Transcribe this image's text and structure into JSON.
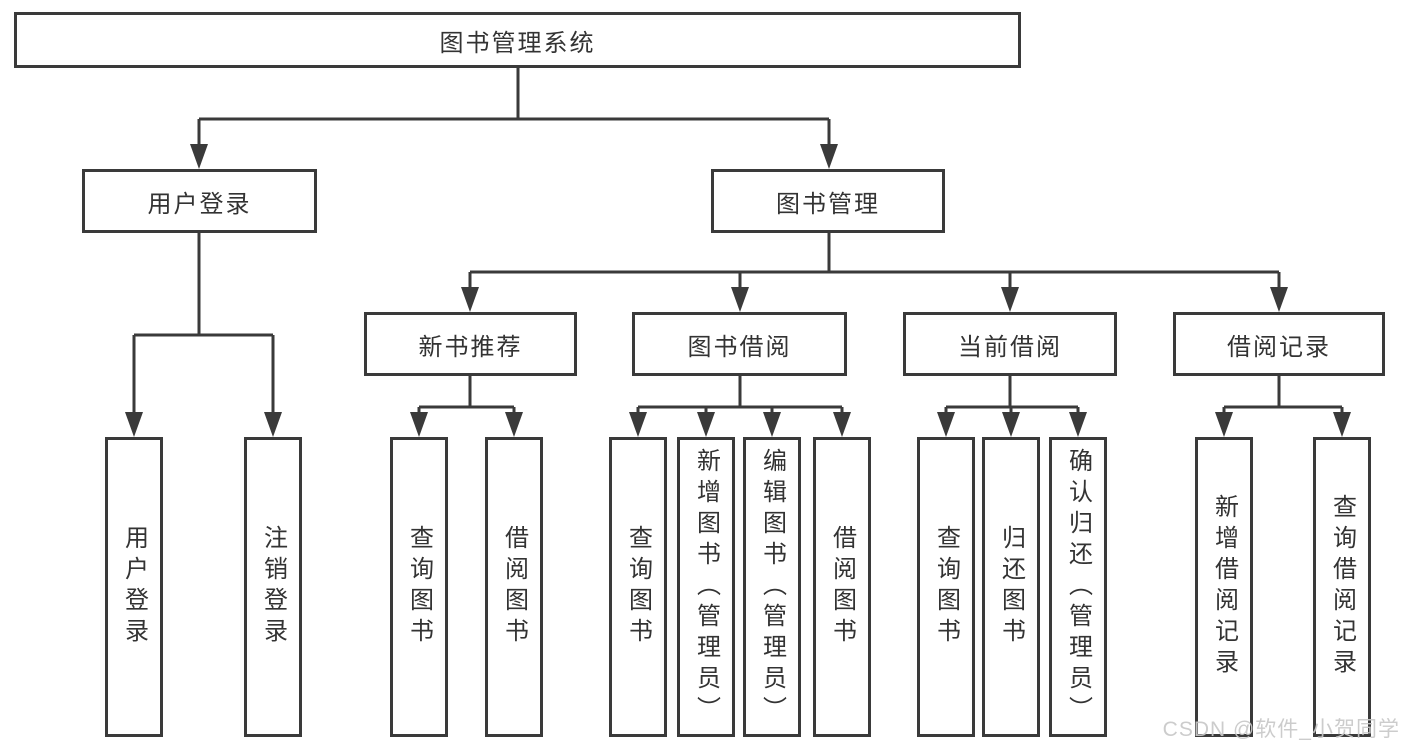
{
  "diagram": {
    "root": {
      "label": "图书管理系统"
    },
    "branches": [
      {
        "label": "用户登录",
        "children": [
          {
            "label": "用户登录"
          },
          {
            "label": "注销登录"
          }
        ]
      },
      {
        "label": "图书管理",
        "children": [
          {
            "label": "新书推荐",
            "children": [
              {
                "label": "查询图书"
              },
              {
                "label": "借阅图书"
              }
            ]
          },
          {
            "label": "图书借阅",
            "children": [
              {
                "label": "查询图书"
              },
              {
                "label": "新增图书（管理员）"
              },
              {
                "label": "编辑图书（管理员）"
              },
              {
                "label": "借阅图书"
              }
            ]
          },
          {
            "label": "当前借阅",
            "children": [
              {
                "label": "查询图书"
              },
              {
                "label": "归还图书"
              },
              {
                "label": "确认归还（管理员）"
              }
            ]
          },
          {
            "label": "借阅记录",
            "children": [
              {
                "label": "新增借阅记录"
              },
              {
                "label": "查询借阅记录"
              }
            ]
          }
        ]
      }
    ]
  },
  "watermark": {
    "text": "CSDN @软件_小贺同学"
  },
  "colors": {
    "line": "#3a3a3a",
    "text": "#333333",
    "watermark": "#c8c8c8",
    "background": "#ffffff"
  }
}
